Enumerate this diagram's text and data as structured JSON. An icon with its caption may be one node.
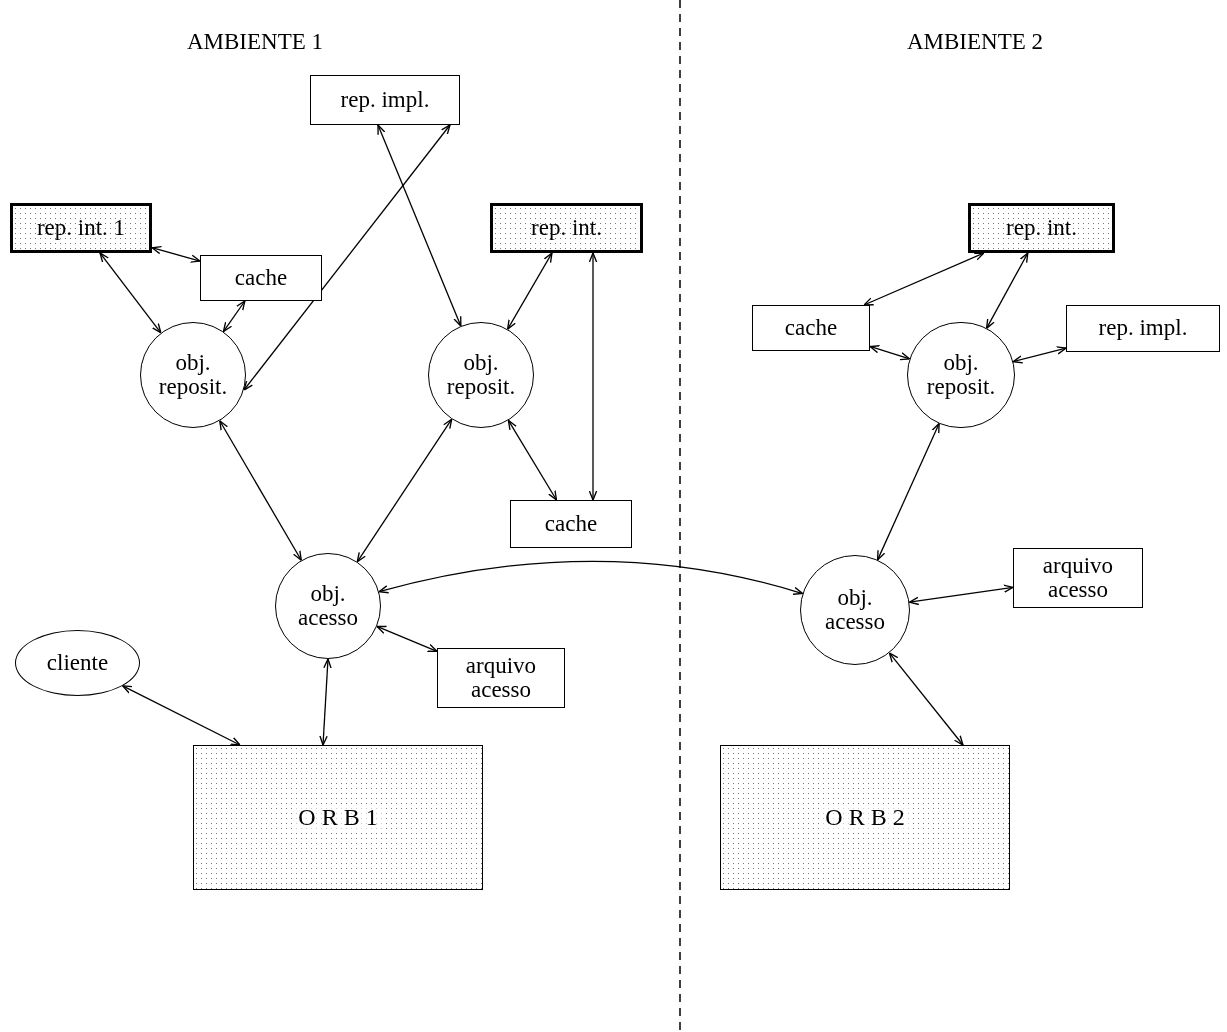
{
  "diagram": {
    "nodes": [
      {
        "text": [
          "rep. impl."
        ]
      },
      {
        "text": [
          "rep. int. 1"
        ]
      },
      {
        "text": [
          "cache"
        ]
      },
      {
        "text": [
          "rep. int."
        ]
      },
      {
        "text": [
          "obj. reposit."
        ]
      },
      {
        "text": [
          "obj. reposit."
        ]
      },
      {
        "text": [
          "cache"
        ]
      },
      {
        "text": [
          "obj. acesso"
        ]
      },
      {
        "text": [
          "cliente"
        ]
      },
      {
        "text": [
          "arquivo acesso"
        ]
      },
      {
        "text": [
          "O R B 1"
        ]
      },
      {
        "text": [
          "rep. int."
        ]
      },
      {
        "text": [
          "cache"
        ]
      },
      {
        "text": [
          "rep. impl."
        ]
      },
      {
        "text": [
          "obj. reposit."
        ]
      },
      {
        "text": [
          "obj. acesso"
        ]
      },
      {
        "text": [
          "arquivo acesso"
        ]
      },
      {
        "text": [
          "O R B 2"
        ]
      }
    ],
    "edges": [
      {
        "from": 1,
        "to": 4,
        "arrow": "both"
      },
      {
        "from": 1,
        "to": 2,
        "arrow": "both"
      },
      {
        "from": 2,
        "to": 4,
        "arrow": "both"
      },
      {
        "from": 0,
        "to": 4,
        "arrow": "both"
      },
      {
        "from": 0,
        "to": 5,
        "arrow": "both"
      },
      {
        "from": 3,
        "to": 5,
        "arrow": "both"
      },
      {
        "from": 3,
        "to": 6,
        "arrow": "both"
      },
      {
        "from": 5,
        "to": 6,
        "arrow": "both"
      },
      {
        "from": 4,
        "to": 7,
        "arrow": "both"
      },
      {
        "from": 5,
        "to": 7,
        "arrow": "both"
      },
      {
        "from": 7,
        "to": 9,
        "arrow": "both"
      },
      {
        "from": 7,
        "to": 10,
        "arrow": "both"
      },
      {
        "from": 8,
        "to": 10,
        "arrow": "both"
      },
      {
        "from": 7,
        "to": 15,
        "arrow": "both"
      },
      {
        "from": 11,
        "to": 12,
        "arrow": "both"
      },
      {
        "from": 11,
        "to": 14,
        "arrow": "both"
      },
      {
        "from": 12,
        "to": 14,
        "arrow": "both"
      },
      {
        "from": 13,
        "to": 14,
        "arrow": "both"
      },
      {
        "from": 14,
        "to": 15,
        "arrow": "both"
      },
      {
        "from": 15,
        "to": 16,
        "arrow": "both"
      },
      {
        "from": 15,
        "to": 17,
        "arrow": "both"
      }
    ],
    "labels": [
      "AMBIENTE 1",
      "AMBIENTE 2"
    ]
  }
}
